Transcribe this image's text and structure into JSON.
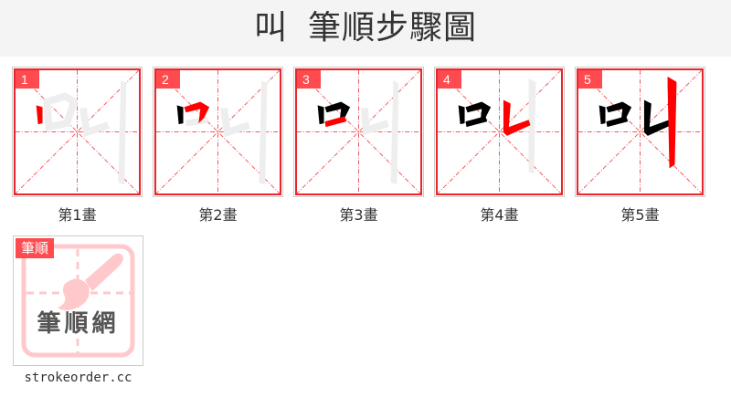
{
  "header": {
    "character": "叫",
    "title": "筆順步驟圖"
  },
  "colors": {
    "header_bg": "#f4f4f4",
    "grid_red": "#e8262b",
    "badge_red": "#ff4b4f",
    "active_stroke": "#ff0000",
    "done_stroke": "#000000",
    "pending_stroke": "#eeeeee"
  },
  "steps": [
    {
      "number": "1",
      "caption": "第1畫"
    },
    {
      "number": "2",
      "caption": "第2畫"
    },
    {
      "number": "3",
      "caption": "第3畫"
    },
    {
      "number": "4",
      "caption": "第4畫"
    },
    {
      "number": "5",
      "caption": "第5畫"
    }
  ],
  "logo": {
    "badge": "筆順",
    "name": "筆順網",
    "site": "strokeorder.cc"
  }
}
